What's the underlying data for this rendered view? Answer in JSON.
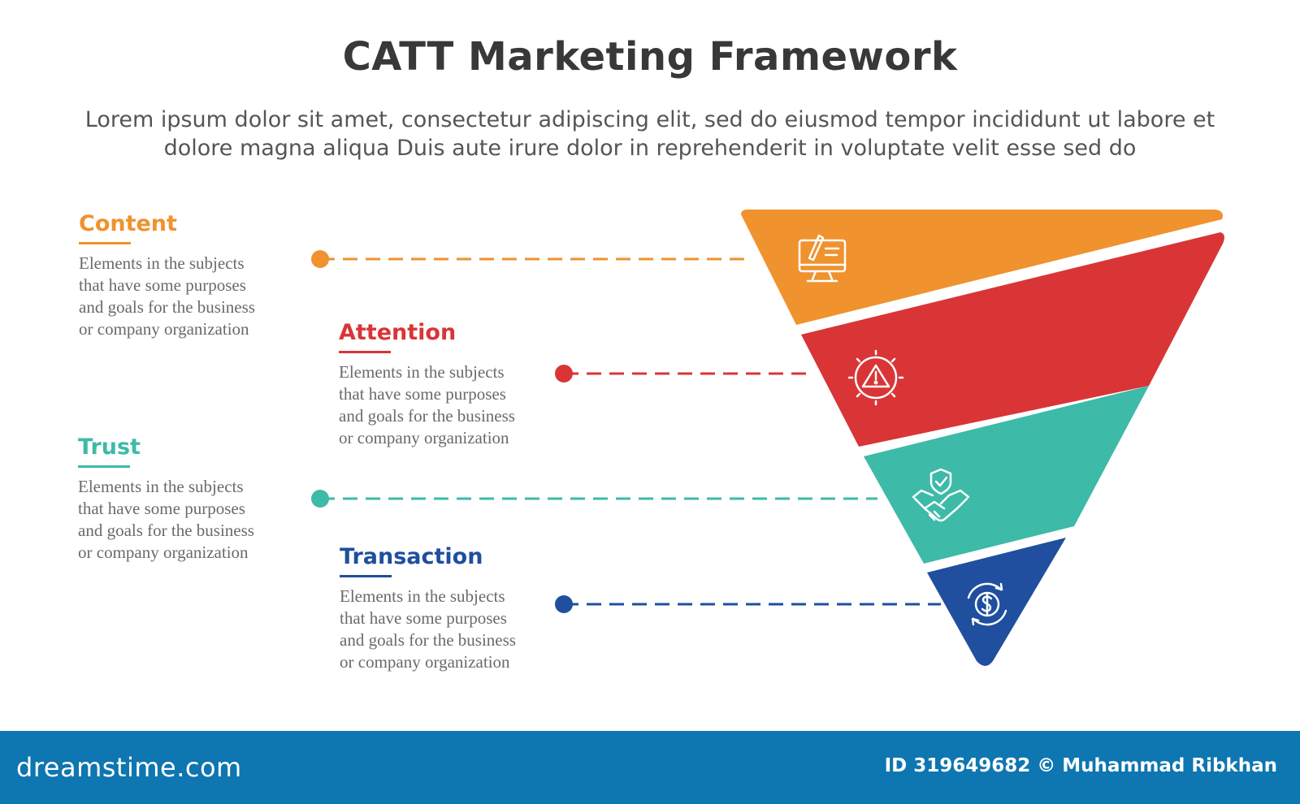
{
  "title": "CATT Marketing Framework",
  "subtitle": "Lorem ipsum dolor sit amet, consectetur adipiscing elit, sed do eiusmod tempor incididunt ut labore et dolore magna aliqua Duis aute irure dolor in reprehenderit in voluptate velit esse sed do",
  "stages": [
    {
      "label": "Content",
      "description": "Elements in the subjects\nthat have some purposes\nand goals for the  business\nor company organization",
      "color": "#f0922e",
      "icon": "computer-icon"
    },
    {
      "label": "Attention",
      "description": "Elements in the subjects\nthat have some purposes\nand goals for the  business\nor company organization",
      "color": "#d93537",
      "icon": "warning-icon"
    },
    {
      "label": "Trust",
      "description": "Elements in the subjects\nthat have some purposes\nand goals for the  business\nor company organization",
      "color": "#3dbaa8",
      "icon": "handshake-icon"
    },
    {
      "label": "Transaction",
      "description": "Elements in the subjects\nthat have some purposes\nand goals for the  business\nor company organization",
      "color": "#1f4f9e",
      "icon": "dollar-cycle-icon"
    }
  ],
  "footer": {
    "logo": "dreamstime.com",
    "credit": "ID 319649682 © Muhammad Ribkhan"
  }
}
